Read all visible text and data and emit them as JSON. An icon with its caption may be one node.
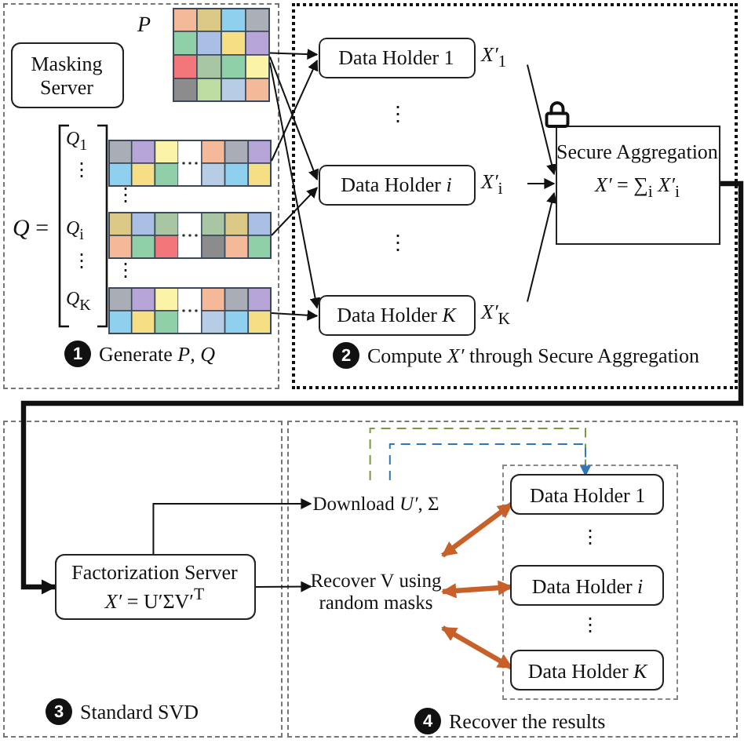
{
  "diagram": {
    "nodes": [
      {
        "text": [
          "1",
          "Generate *P*, *Q*"
        ]
      },
      {
        "text": [
          "Masking Server"
        ],
        "in": 0
      },
      {
        "text": [],
        "shape": "box",
        "beside": [
          "*P*"
        ],
        "in": 0
      },
      {
        "text": [],
        "shape": "box",
        "in": 0
      },
      {
        "text": [],
        "shape": "box",
        "in": 0
      },
      {
        "text": [],
        "shape": "box",
        "in": 0
      },
      {
        "text": [
          "2",
          "Compute *X′* through Secure Aggregation"
        ]
      },
      {
        "text": [
          "Data Holder 1"
        ],
        "beside": [
          "*X′*$_{1}$"
        ],
        "in": 6
      },
      {
        "text": [
          "Data Holder *i*"
        ],
        "beside": [
          "*X′*$_{i}$"
        ],
        "in": 6
      },
      {
        "text": [
          "Data Holder *K*"
        ],
        "beside": [
          "*X′*$_{K}$"
        ],
        "in": 6
      },
      {
        "text": [
          "Secure Aggregation",
          "*X′* = ∑$_{i}$ *X′*$_{i}$"
        ],
        "in": 6
      },
      {
        "text": [
          "3",
          "Standard SVD"
        ]
      },
      {
        "text": [
          "Factorization Server",
          "*X′* = U′ΣV′$^{T}$"
        ],
        "in": 11
      },
      {
        "text": [
          "4",
          "Recover the results"
        ]
      },
      {
        "text": [
          "Download *U′*, Σ"
        ],
        "in": 13
      },
      {
        "text": [
          "Recover V using random masks"
        ],
        "in": 13
      },
      {
        "text": [],
        "shape": "box",
        "in": 13
      },
      {
        "text": [
          "Data Holder 1"
        ],
        "in": 16
      },
      {
        "text": [
          "Data Holder *i*"
        ],
        "in": 16
      },
      {
        "text": [
          "Data Holder *K*"
        ],
        "in": 16
      }
    ],
    "edges": [
      {
        "from": 2,
        "to": 7,
        "arrow": "to"
      },
      {
        "from": 2,
        "to": 8,
        "arrow": "to"
      },
      {
        "from": 2,
        "to": 9,
        "arrow": "to"
      },
      {
        "from": 3,
        "to": 7,
        "arrow": "to"
      },
      {
        "from": 4,
        "to": 8,
        "arrow": "to"
      },
      {
        "from": 5,
        "to": 9,
        "arrow": "to"
      },
      {
        "from": 7,
        "to": 10,
        "arrow": "to"
      },
      {
        "from": 8,
        "to": 10,
        "arrow": "to"
      },
      {
        "from": 9,
        "to": 10,
        "arrow": "to"
      },
      {
        "from": 10,
        "to": 12,
        "arrow": "to",
        "style": "thick"
      },
      {
        "from": 12,
        "to": 14,
        "arrow": "to"
      },
      {
        "from": 12,
        "to": 15,
        "arrow": "to"
      },
      {
        "from": 14,
        "to": 16,
        "arrow": "none",
        "style": "dashed",
        "color": "#7a9a3c"
      },
      {
        "from": 14,
        "to": 17,
        "arrow": "to",
        "style": "dashed",
        "color": "#2f78b8"
      },
      {
        "from": 15,
        "to": 17,
        "arrow": "both",
        "style": "thick",
        "color": "#c8602a"
      },
      {
        "from": 15,
        "to": 18,
        "arrow": "both",
        "style": "thick",
        "color": "#c8602a"
      },
      {
        "from": 15,
        "to": 19,
        "arrow": "both",
        "style": "thick",
        "color": "#c8602a"
      }
    ],
    "labels": [
      "*Q* =",
      "*Q*$_{1}$",
      "⋮",
      "*Q*$_{i}$",
      "⋮",
      "*Q*$_{K}$",
      "⋮",
      "⋮",
      "⋮",
      "⋮",
      "⋮",
      "⋮"
    ]
  }
}
